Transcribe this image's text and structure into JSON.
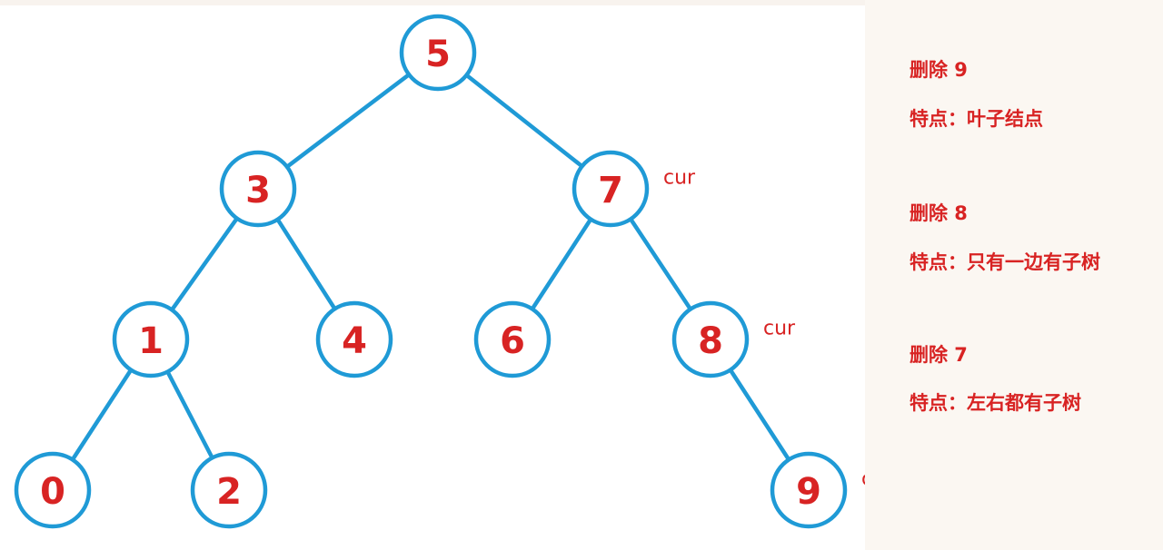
{
  "tree": {
    "nodes": [
      {
        "id": "n5",
        "label": "5"
      },
      {
        "id": "n3",
        "label": "3"
      },
      {
        "id": "n7",
        "label": "7"
      },
      {
        "id": "n1",
        "label": "1"
      },
      {
        "id": "n4",
        "label": "4"
      },
      {
        "id": "n6",
        "label": "6"
      },
      {
        "id": "n8",
        "label": "8"
      },
      {
        "id": "n0",
        "label": "0"
      },
      {
        "id": "n2",
        "label": "2"
      },
      {
        "id": "n9",
        "label": "9"
      }
    ],
    "edges": [
      [
        "n5",
        "n3"
      ],
      [
        "n5",
        "n7"
      ],
      [
        "n3",
        "n1"
      ],
      [
        "n3",
        "n4"
      ],
      [
        "n7",
        "n6"
      ],
      [
        "n7",
        "n8"
      ],
      [
        "n1",
        "n0"
      ],
      [
        "n1",
        "n2"
      ],
      [
        "n8",
        "n9"
      ]
    ],
    "pointers": [
      {
        "node": "n7",
        "label": "cur"
      },
      {
        "node": "n8",
        "label": "cur"
      },
      {
        "node": "n9",
        "label": "cur"
      }
    ]
  },
  "notes": [
    {
      "title": "删除 9",
      "feature": "特点：叶子结点"
    },
    {
      "title": "删除 8",
      "feature": "特点：只有一边有子树"
    },
    {
      "title": "删除 7",
      "feature": "特点：左右都有子树"
    }
  ],
  "colors": {
    "node_stroke": "#1f9ad6",
    "text_red": "#d82323",
    "panel_bg": "#fbf7f2"
  }
}
